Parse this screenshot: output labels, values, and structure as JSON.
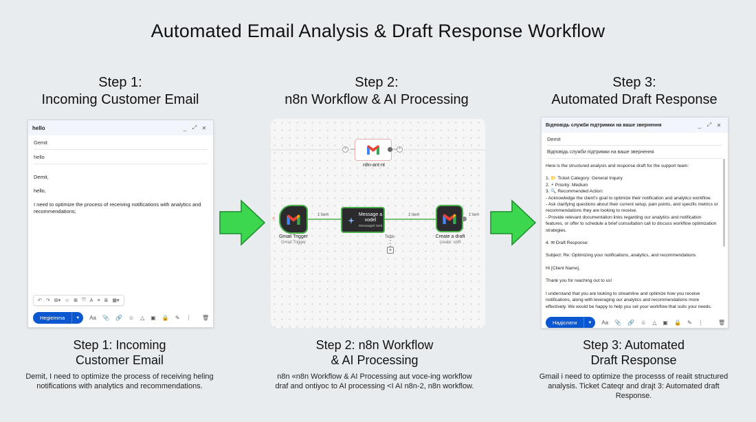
{
  "title": "Automated Email Analysis & Draft Response Workflow",
  "steps": [
    {
      "heading_line1": "Step 1:",
      "heading_line2": "Incoming Customer Email",
      "caption_title_line1": "Step 1: Incoming",
      "caption_title_line2": "Customer Email",
      "caption_body": "Demit, I need to optimize the process of receiving heling notifications with analytics and recommendations."
    },
    {
      "heading_line1": "Step 2:",
      "heading_line2": "n8n Workflow & AI Processing",
      "caption_title_line1": "Step 2: n8n Workflow",
      "caption_title_line2": "& AI Processing",
      "caption_body": "n8n «n8n Workflow & AI Processing aut voce-ing workflow draf and ontiyoc to AI processing <I AI n8n-2, n8n workflow."
    },
    {
      "heading_line1": "Step 3:",
      "heading_line2": "Automated Draft Response",
      "caption_title_line1": "Step 3: Automated",
      "caption_title_line2": "Draft Response",
      "caption_body": "Gmail i need to optimize the processs of reaiit structured analysis. Ticket Cateqr and drajt 3: Automated draft Response."
    }
  ],
  "email1": {
    "window_title": "hello",
    "controls": [
      "_",
      "⤢",
      "✕"
    ],
    "to": "Gemit",
    "subject": "hello",
    "body": [
      "Demit,",
      "hello,",
      "I need to optimize the process of receiving notifications with analytics and recommendations;"
    ],
    "send_label": "Hegiemma",
    "toolbar_glyphs": [
      "↶",
      "↷",
      "⊞▾",
      "☺",
      "⊠",
      "⤧",
      "A",
      "≡",
      "≣",
      "▦▾"
    ],
    "send_row_glyphs": [
      "Aa",
      "📎",
      "🔗",
      "☺",
      "△",
      "▣",
      "🔒",
      "✎",
      "⋮"
    ],
    "trash": "🗑"
  },
  "workflow": {
    "top_node_label": "n8n-ant-nt",
    "nodes": [
      {
        "label": "Gmail Trigger",
        "sub": "Gmail Trigger"
      },
      {
        "label": "Message a",
        "label2": "vodel",
        "sub": "messaget tant"
      },
      {
        "label": "Create a draft",
        "sub": "create: shift"
      }
    ],
    "edge_labels": [
      "1 item",
      "1 item",
      "1 tem"
    ],
    "tools_label": "Tools",
    "plus": "+",
    "colors": {
      "gmail_red": "#ea4335",
      "gmail_blue": "#4285f4",
      "gmail_green": "#34a853",
      "gmail_yellow": "#fbbc04",
      "node_border": "#49b04a"
    }
  },
  "email3": {
    "window_title": "Відповідь служби підтримки на ваше звернення",
    "controls": [
      "_",
      "⤢",
      "✕"
    ],
    "to": "Demit",
    "subject": "Відповідь служби підтримки на ваше звернення",
    "body": [
      "Here is the structured analysis and response draft for the support team:",
      "1. 📁 Ticket Category: General Inquiry",
      "2. ⚡ Priority: Medium",
      "3. 🔍 Recommended Action:",
      "  - Acknowledge the client's goal to optimize their notification and analytics workflow.",
      "  - Ask clarifying questions about their current setup, pain points, and specific metrics or recommendations they are looking to receive.",
      "  - Provide relevant documentation links regarding our analytics and notification features, or offer to schedule a brief consultation call to discuss workflow optimization strategies.",
      "4. ✉ Draft Response:",
      "Subject: Re: Optimizing your notifications, analytics, and recommendations",
      "Hi [Client Name],",
      "Thank you for reaching out to us!",
      "I understand that you are looking to streamline and optimize how you receive notifications, along with leveraging our analytics and recommendations more effectively. We would be happy to help you set your workflow that suits your needs."
    ],
    "send_label": "Надіслати",
    "send_row_glyphs": [
      "Aa",
      "📎",
      "🔗",
      "☺",
      "△",
      "▣",
      "🔒",
      "✎",
      "⋮"
    ],
    "trash": "🗑"
  },
  "arrow_color": "#3dd64f"
}
